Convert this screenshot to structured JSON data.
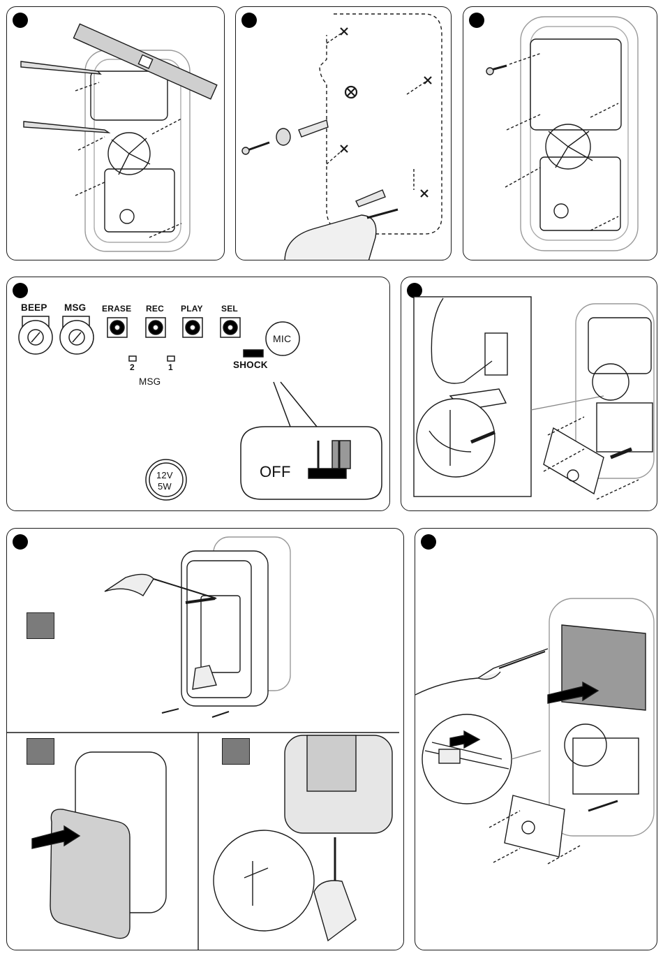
{
  "panel4": {
    "labels": {
      "beep": "BEEP",
      "msg": "MSG",
      "erase": "ERASE",
      "rec": "REC",
      "play": "PLAY",
      "sel": "SEL",
      "mic": "MIC",
      "led2": "2",
      "led1": "1",
      "msg_leds": "MSG",
      "shock": "SHOCK",
      "off": "OFF",
      "power_line1": "12V",
      "power_line2": "5W"
    }
  },
  "colors": {
    "line": "#1a1a1a",
    "grey_fill": "#7b7b7b",
    "light_grey": "#d9d9d9",
    "step_dot": "#000000"
  }
}
